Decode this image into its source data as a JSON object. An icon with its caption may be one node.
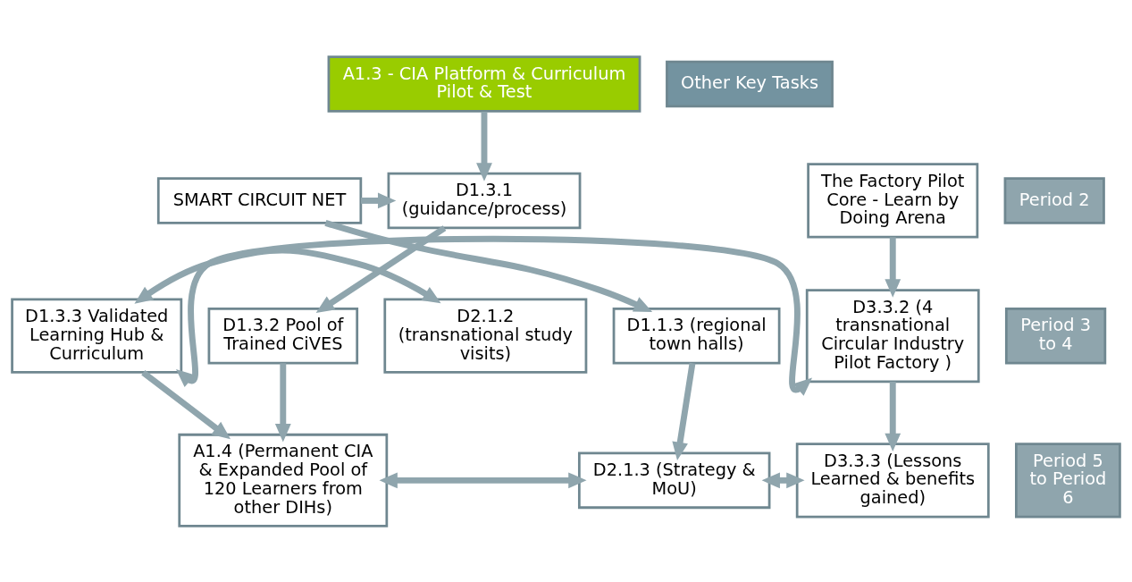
{
  "diagram": {
    "nodes": [
      {
        "text": [
          "A1.3 - CIA Platform & Curriculum Pilot & Test"
        ]
      },
      {
        "text": [
          "Other Key Tasks"
        ]
      },
      {
        "text": [
          "Period 2"
        ]
      },
      {
        "text": [
          "D1.3.1 (guidance/process)"
        ]
      },
      {
        "text": [
          "SMART CIRCUIT NET"
        ]
      },
      {
        "text": [
          "The Factory Pilot Core - Learn by Doing Arena"
        ]
      },
      {
        "text": [
          "Period 3 to 4"
        ]
      },
      {
        "text": [
          "D1.3.2 Pool of Trained CiVES"
        ]
      },
      {
        "text": [
          "D1.3.3 Validated Learning Hub & Curriculum"
        ]
      },
      {
        "text": [
          "D2.1.2 (transnational study visits)"
        ]
      },
      {
        "text": [
          "D1.1.3 (regional town halls)"
        ]
      },
      {
        "text": [
          "D3.3.2 (4 transnational Circular Industry Pilot Factory )"
        ]
      },
      {
        "text": [
          "Period 5 to Period 6"
        ]
      },
      {
        "text": [
          "A1.4 (Permanent CIA & Expanded Pool of 120 Learners from other DIHs)"
        ]
      },
      {
        "text": [
          "D2.1.3 (Strategy & MoU)"
        ]
      },
      {
        "text": [
          "D3.3.3 (Lessons Learned & benefits gained)"
        ]
      }
    ],
    "edges": [
      {
        "from": 0,
        "to": 3,
        "arrow": "to"
      },
      {
        "from": 4,
        "to": 3,
        "arrow": "to"
      },
      {
        "from": 3,
        "to": 7,
        "arrow": "to"
      },
      {
        "from": 8,
        "to": 11,
        "arrow": "both"
      },
      {
        "from": 4,
        "to": 10,
        "arrow": "to"
      },
      {
        "from": 5,
        "to": 11,
        "arrow": "to"
      },
      {
        "from": 8,
        "to": 9,
        "arrow": "both"
      },
      {
        "from": 7,
        "to": 13,
        "arrow": "to"
      },
      {
        "from": 8,
        "to": 13,
        "arrow": "to"
      },
      {
        "from": 10,
        "to": 14,
        "arrow": "to"
      },
      {
        "from": 14,
        "to": 15,
        "arrow": "both"
      },
      {
        "from": 13,
        "to": 14,
        "arrow": "both"
      },
      {
        "from": 11,
        "to": 15,
        "arrow": "to"
      }
    ]
  }
}
